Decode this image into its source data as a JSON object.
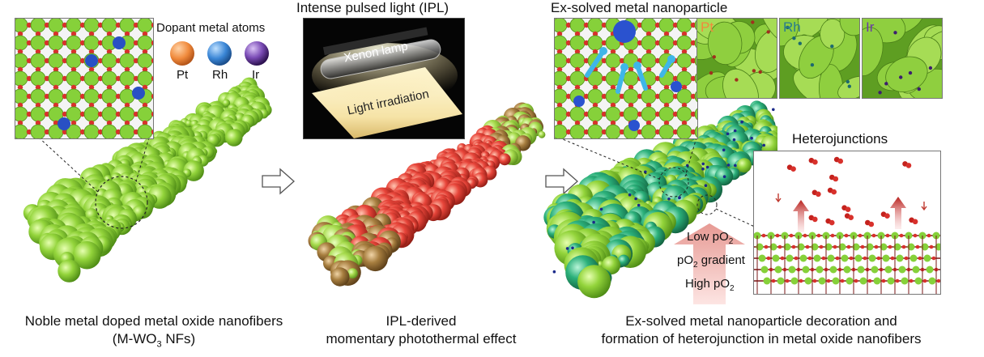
{
  "colors": {
    "fiber_green": "#8fd13a",
    "fiber_red": "#e8453a",
    "fiber_teal": "#2bb07a",
    "pt": "#f08a3c",
    "rh": "#3a86d6",
    "ir": "#7a4bb5",
    "oxygen": "#d8312c",
    "tungsten": "#8ed640"
  },
  "panel1": {
    "inset_label": "Dopant metal atoms",
    "dopants": [
      {
        "name": "Pt",
        "icon": "pt-atom-icon"
      },
      {
        "name": "Rh",
        "icon": "rh-atom-icon"
      },
      {
        "name": "Ir",
        "icon": "ir-atom-icon"
      }
    ],
    "caption_line1": "Noble metal doped metal oxide nanofibers",
    "caption_line2_pre": "(M-WO",
    "caption_line2_sub": "3",
    "caption_line2_post": " NFs)"
  },
  "panel2": {
    "title": "Intense pulsed light (IPL)",
    "lamp_label": "Xenon lamp",
    "light_label": "Light irradiation",
    "caption_line1": "IPL-derived",
    "caption_line2": "momentary photothermal effect"
  },
  "panel3": {
    "title": "Ex-solved metal nanoparticle",
    "metals": [
      {
        "name": "Pt",
        "color": "#f08a3c"
      },
      {
        "name": "Rh",
        "color": "#2a7e8c"
      },
      {
        "name": "Ir",
        "color": "#6a3aa5"
      }
    ],
    "heterojunction_title": "Heterojunctions",
    "low_po2_pre": "Low pO",
    "low_po2_sub": "2",
    "gradient_pre": "pO",
    "gradient_sub": "2",
    "gradient_post": " gradient",
    "high_po2_pre": "High pO",
    "high_po2_sub": "2",
    "caption_line1": "Ex-solved metal nanoparticle decoration and",
    "caption_line2": "formation of heterojunction in metal oxide nanofibers"
  }
}
